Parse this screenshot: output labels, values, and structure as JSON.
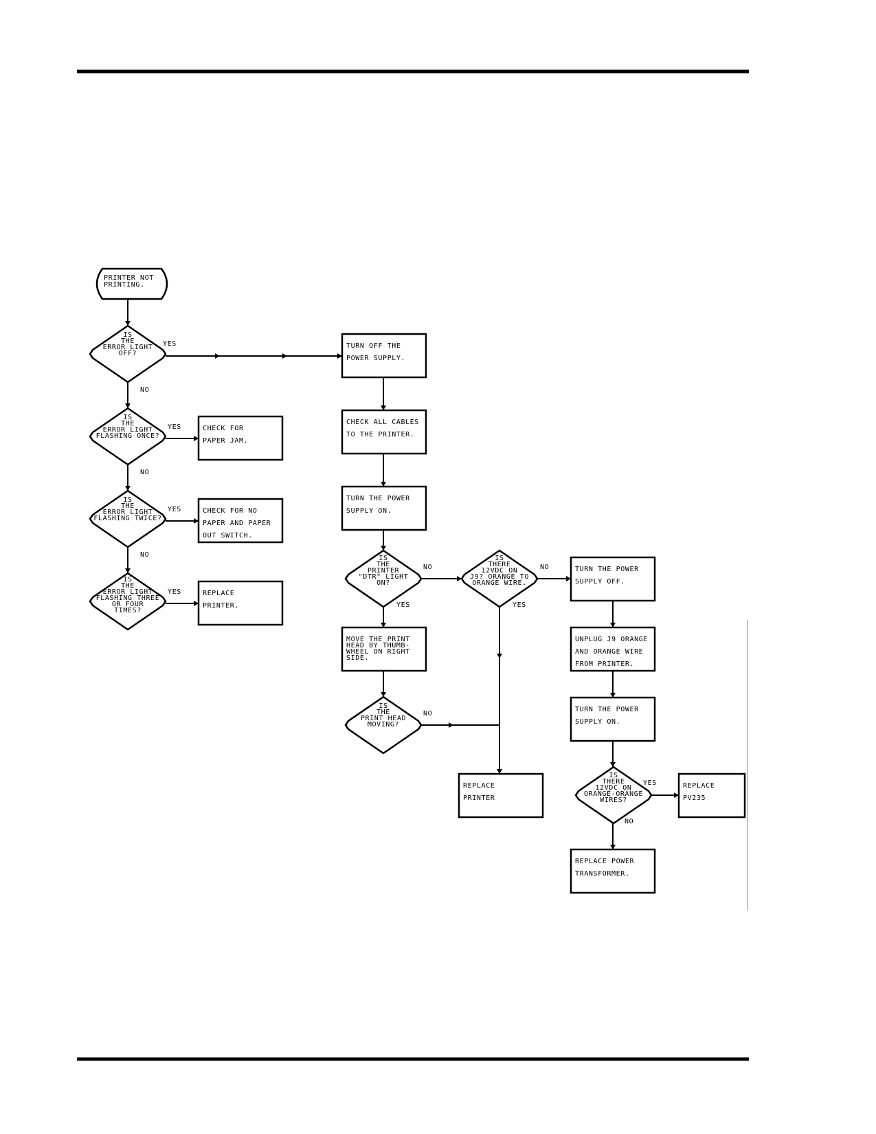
{
  "flowchart": {
    "start": [
      "PRINTER NOT",
      "PRINTING."
    ],
    "d_error_off": [
      "IS",
      "THE",
      "ERROR LIGHT",
      "OFF?"
    ],
    "d_flash_once": [
      "IS",
      "THE",
      "ERROR LIGHT",
      "FLASHING ONCE?"
    ],
    "d_flash_twice": [
      "IS",
      "THE",
      "ERROR LIGHT",
      "FLASHING TWICE?"
    ],
    "d_flash_three": [
      "IS",
      "THE",
      "ERROR LIGHT",
      "FLASHING THREE",
      "OR FOUR",
      "TIMES?"
    ],
    "b_paper_jam": [
      "CHECK FOR",
      "PAPER JAM."
    ],
    "b_no_paper": [
      "CHECK FOR NO",
      "PAPER AND PAPER",
      "OUT SWITCH."
    ],
    "b_replace_printer_1": [
      "REPLACE",
      "PRINTER."
    ],
    "b_turn_off": [
      "TURN OFF THE",
      "POWER SUPPLY."
    ],
    "b_check_cables": [
      "CHECK ALL CABLES",
      "TO THE PRINTER."
    ],
    "b_turn_on": [
      "TURN THE POWER",
      "SUPPLY ON."
    ],
    "d_dtr": [
      "IS",
      "THE",
      "PRINTER",
      "\"DTR\" LIGHT",
      "ON?"
    ],
    "d_12vdc_j9": [
      "IS",
      "THERE",
      "12VDC ON",
      "J9? ORANGE TO",
      "ORANGE WIRE."
    ],
    "b_supply_off": [
      "TURN THE POWER",
      "SUPPLY OFF."
    ],
    "b_move_head": [
      "MOVE THE PRINT",
      "HEAD BY THUMB-",
      "WHEEL ON RIGHT",
      "SIDE."
    ],
    "b_unplug": [
      "UNPLUG J9 ORANGE",
      "AND ORANGE WIRE",
      "FROM PRINTER."
    ],
    "d_head_moving": [
      "IS",
      "THE",
      "PRINT HEAD",
      "MOVING?"
    ],
    "b_supply_on_2": [
      "TURN THE POWER",
      "SUPPLY ON."
    ],
    "b_replace_printer_2": [
      "REPLACE",
      "PRINTER"
    ],
    "d_12vdc_oo": [
      "IS",
      "THERE",
      "12VDC ON",
      "ORANGE-ORANGE",
      "WIRES?"
    ],
    "b_replace_pv": [
      "REPLACE",
      "PV235"
    ],
    "b_transformer": [
      "REPLACE POWER",
      "TRANSFORMER."
    ],
    "labels": {
      "yes": "YES",
      "no": "NO"
    }
  }
}
